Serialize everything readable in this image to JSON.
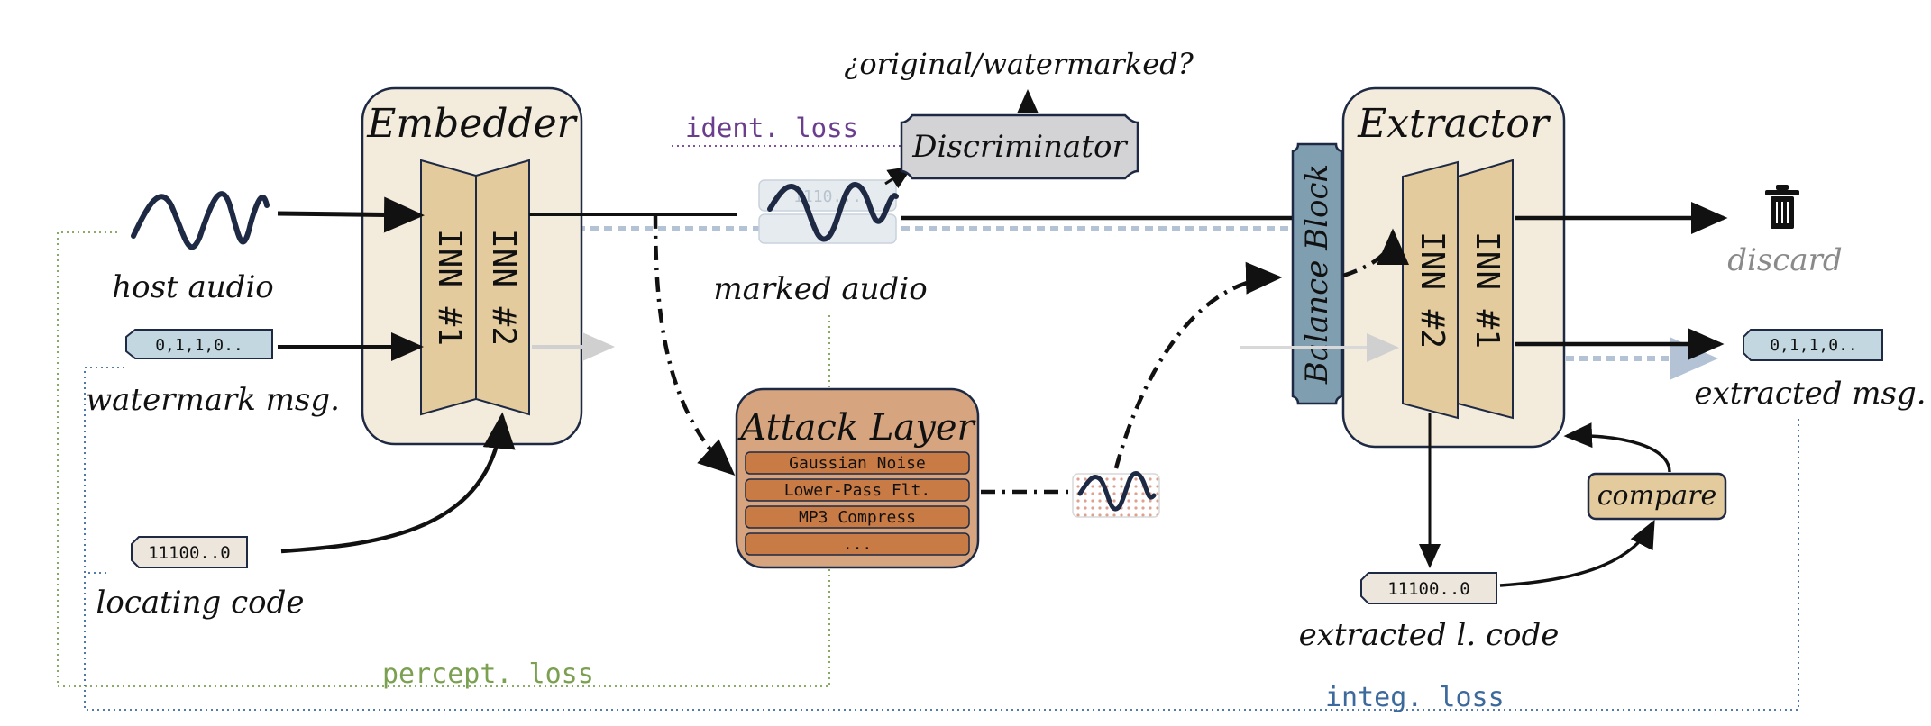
{
  "embedder": {
    "title": "Embedder",
    "inn1": "INN #1",
    "inn2": "INN #2"
  },
  "extractor": {
    "title": "Extractor",
    "inn2": "INN #2",
    "inn1": "INN #1"
  },
  "balance_block": "Balance Block",
  "discriminator": {
    "label": "Discriminator",
    "output": "¿original/watermarked?"
  },
  "attack_layer": {
    "title": "Attack Layer",
    "items": [
      "Gaussian Noise",
      "Lower-Pass Flt.",
      "MP3 Compress",
      "..."
    ]
  },
  "labels": {
    "host_audio": "host audio",
    "watermark_msg": "watermark msg.",
    "locating_code": "locating code",
    "marked_audio": "marked audio",
    "discard": "discard",
    "extracted_msg": "extracted msg.",
    "extracted_code": "extracted l. code",
    "compare": "compare"
  },
  "tags": {
    "msg": "0,1,1,0..",
    "code": "11100..0",
    "extracted_msg": "0,1,1,0..",
    "extracted_code": "11100..0",
    "marked_overlay": "1110..."
  },
  "losses": {
    "ident": "ident. loss",
    "percept": "percept. loss",
    "integ": "integ. loss"
  },
  "colors": {
    "box_fill": "#f3ebdc",
    "inn_fill": "#e3cb9d",
    "attack_fill": "#d6a57f",
    "attack_item": "#c97b45",
    "balance_fill": "#7f9fb1",
    "discriminator_fill": "#d3d3d6",
    "tag_blue": "#c3d7e0",
    "tag_beige": "#ece6dd",
    "ident": "#6b3d8e",
    "percept": "#7aa050",
    "integ": "#3d6a9c",
    "dashed_flow": "#b4c2d6",
    "discard": "#8a8a8a"
  }
}
